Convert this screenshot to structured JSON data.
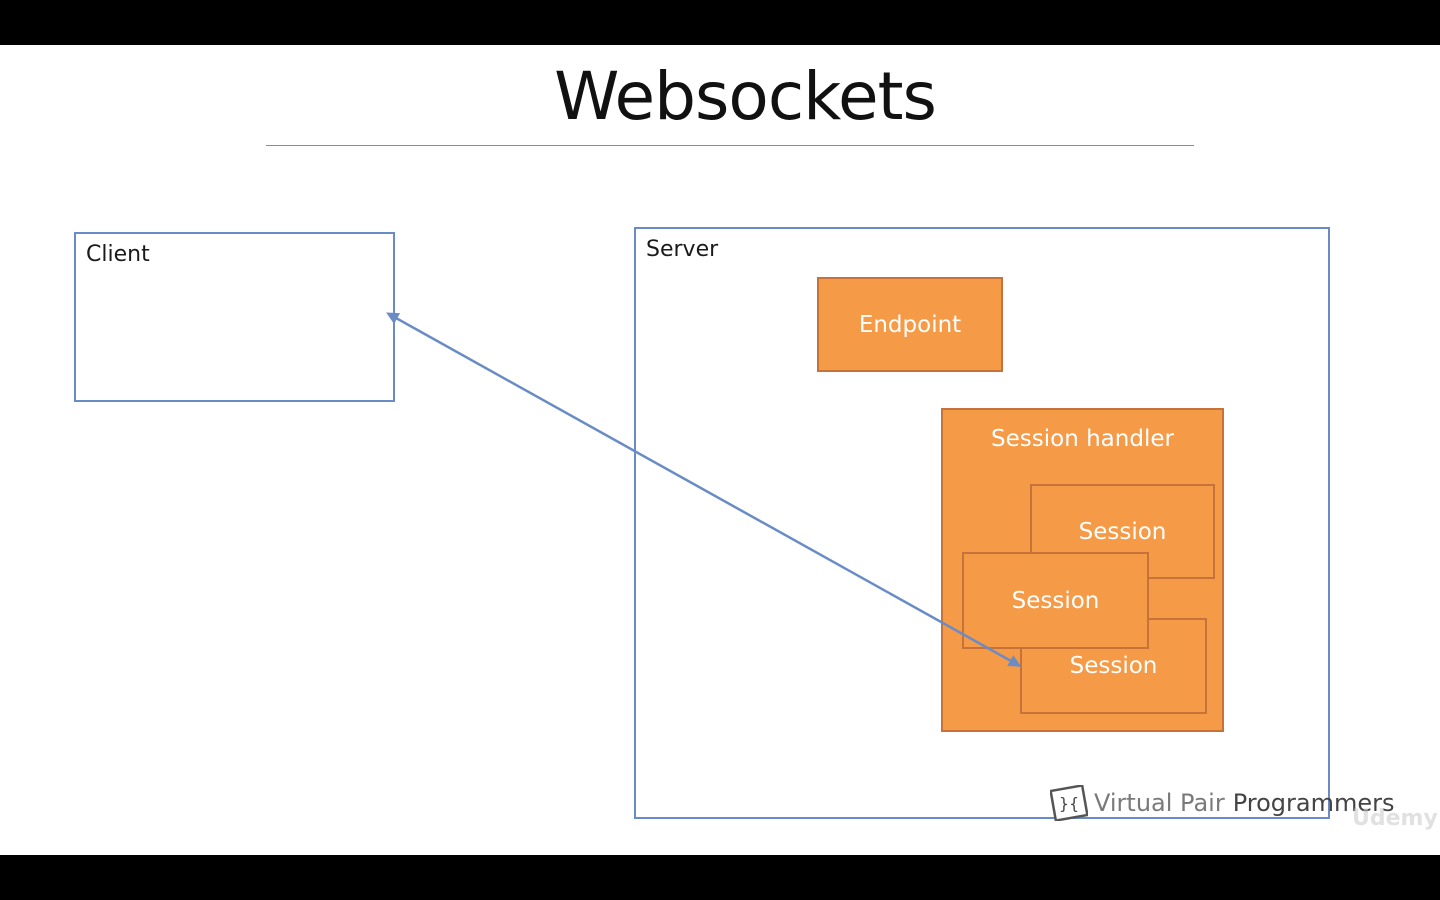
{
  "slide": {
    "title": "Websockets"
  },
  "diagram": {
    "client_label": "Client",
    "server_label": "Server",
    "endpoint_label": "Endpoint",
    "session_handler_label": "Session handler",
    "sessions": [
      "Session",
      "Session",
      "Session"
    ]
  },
  "watermark": {
    "brand_light": "Virtual Pair",
    "brand_bold": "Programmers",
    "platform": "Udemy"
  },
  "colors": {
    "outline": "#6a8cc6",
    "orange_fill": "#f59a47",
    "orange_border": "#c5733a",
    "arrow": "#6a8cc6"
  },
  "icons": {
    "logo": "vpp-logo-icon"
  }
}
